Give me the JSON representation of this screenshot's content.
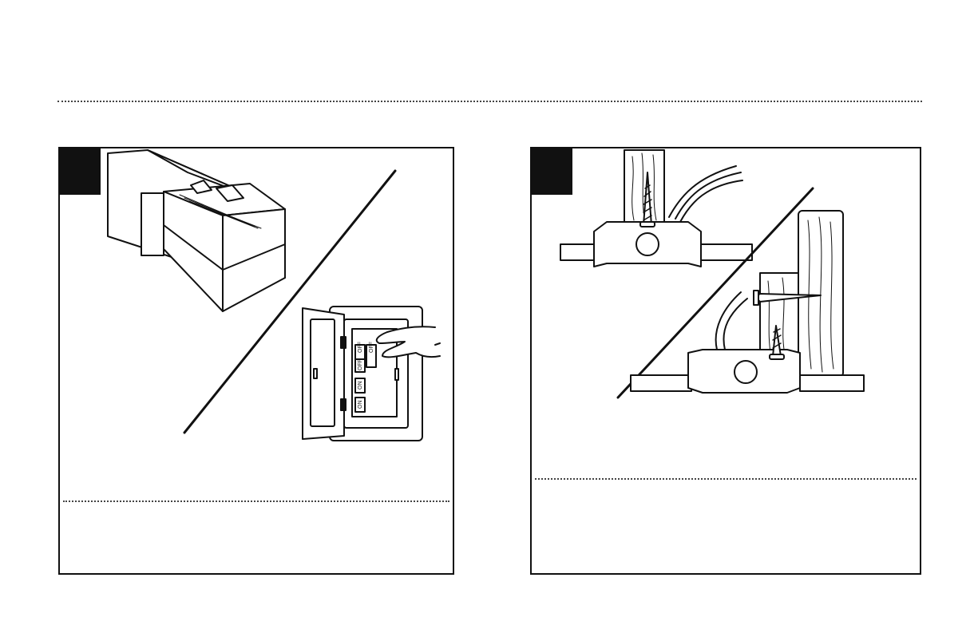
{
  "steps": [
    {
      "number": "",
      "caption": ""
    },
    {
      "number": "",
      "caption": ""
    }
  ],
  "illustration_1": {
    "breaker_labels": {
      "off_1": "OFF",
      "off_2": "OFF",
      "off_3": "OFF",
      "on_1": "ON",
      "on_2": "ON"
    }
  }
}
